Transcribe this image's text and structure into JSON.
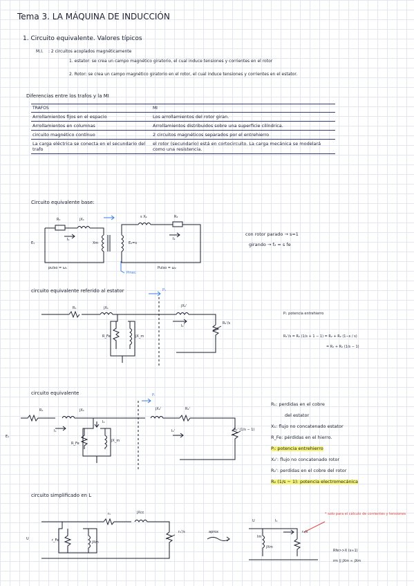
{
  "title": "Tema 3.  LA MÁQUINA DE INDUCCIÓN",
  "section1": {
    "heading": "1. Circuito equivalente. Valores típicos",
    "mi_label": "M.I.",
    "mi_text": ": 2 circuitos acoplados magnéticamente",
    "bullet1": "1. estator: se crea un campo magnético giratorio, el cual induce  tensiones  y corrientes en el rotor",
    "bullet2": "2. Rotor: se crea un campo magnético giratorio en el rotor, el cual induce tensiones y corrientes  en el estator."
  },
  "diffs": {
    "title": "Diferencias entre los trafos y la MI",
    "col1": "TRAFOS",
    "col2": "MI",
    "rows": [
      [
        "Arrollamientos fijos en el espacio",
        "Los arrollamientos del rotor giran."
      ],
      [
        "Arrollamientos en columnas",
        "Arrollamientos distribuidos sobre una superficie cilíndrica."
      ],
      [
        "circuito magnético contínuo",
        "2 circuitos magnéticos separados por el entrehierro"
      ],
      [
        "La carga eléctrica se conecta en el secundario del trafo",
        "el rotor (secundario) está en cortocircuito. La carga mecánica se modelará como una resistencia."
      ]
    ]
  },
  "circuit1": {
    "heading": "Circuito equivalente base:",
    "r1": "R₁",
    "x1": "jX₁",
    "i1": "I₁",
    "e1": "E₁",
    "xm": "Xm",
    "e2": "E₂=s",
    "sx2": "s X₂",
    "r2": "R₂",
    "i2": "I₂",
    "pulse1": "pulso = ω₁",
    "pulse2": "Pulso = ω₂",
    "pmec": "Pmec",
    "note1": "con rotor parado → s=1",
    "note2": "girando → f₂ = s fe"
  },
  "circuit2": {
    "heading": "circuito equivalente referido al estator",
    "r1": "R₁",
    "x1": "jX₁",
    "x2": "jX₂'",
    "rfe": "R_Fe",
    "xm": "jX_m",
    "i2": "I₂'",
    "r2s": "R₂'/s",
    "p": "P₁",
    "eq_label": "Pᵢ: potencia entrehierro",
    "eq1": "R₂'/s = R₂ (1/s + 1 − 1) = R₂ + R₂ (1−s / s)",
    "eq2": "= R₂ + R₂ (1/s − 1)"
  },
  "circuit3": {
    "heading": "circuito equivalente",
    "r1": "R₁",
    "x1": "jX₁",
    "x2": "jX₂'",
    "r2": "R₂'",
    "i1": "I₁",
    "i0": "I₀",
    "i2": "I₂'",
    "rfe": "R_Fe",
    "xm": "jX_m",
    "e1": "E₁",
    "rload": "R₂' (1/s − 1)",
    "p": "Pᵢ",
    "legend": [
      "R₁: perdidas en el cobre",
      "del estator",
      "X₁: flujo no concatenado estator",
      "R_Fe: pérdidas en el hierro.",
      "Pᵢ: potencia entrehierro",
      "X₂': flujo no concatenado rotor",
      "R₂': perdidas en el cobre del rotor",
      "R₂ (1/s − 1): potencia electromecánica"
    ]
  },
  "circuit4": {
    "heading": "circuito simplificado en L",
    "u": "U",
    "r1": "r₁",
    "xcc": "jXcc",
    "rfe": "r_Fe",
    "xm": "jXm",
    "r2s": "r₂'/s",
    "aprox": "aprox",
    "u2": "U",
    "i1": "I₁",
    "im": "Im",
    "jxm2": "jXm",
    "r2b": "r₂/s",
    "note": "* solo para el cálculo de corrientes y tensiones",
    "eq1": "Rfe>>X (s≈1)",
    "eq2": "rm || jXm ≈ jXm"
  },
  "colors": {
    "ink": "#1a1d2e",
    "line": "#2f3a78",
    "accent": "#3a7be0",
    "red": "#e0443a",
    "highlight": "#f6f37a"
  }
}
